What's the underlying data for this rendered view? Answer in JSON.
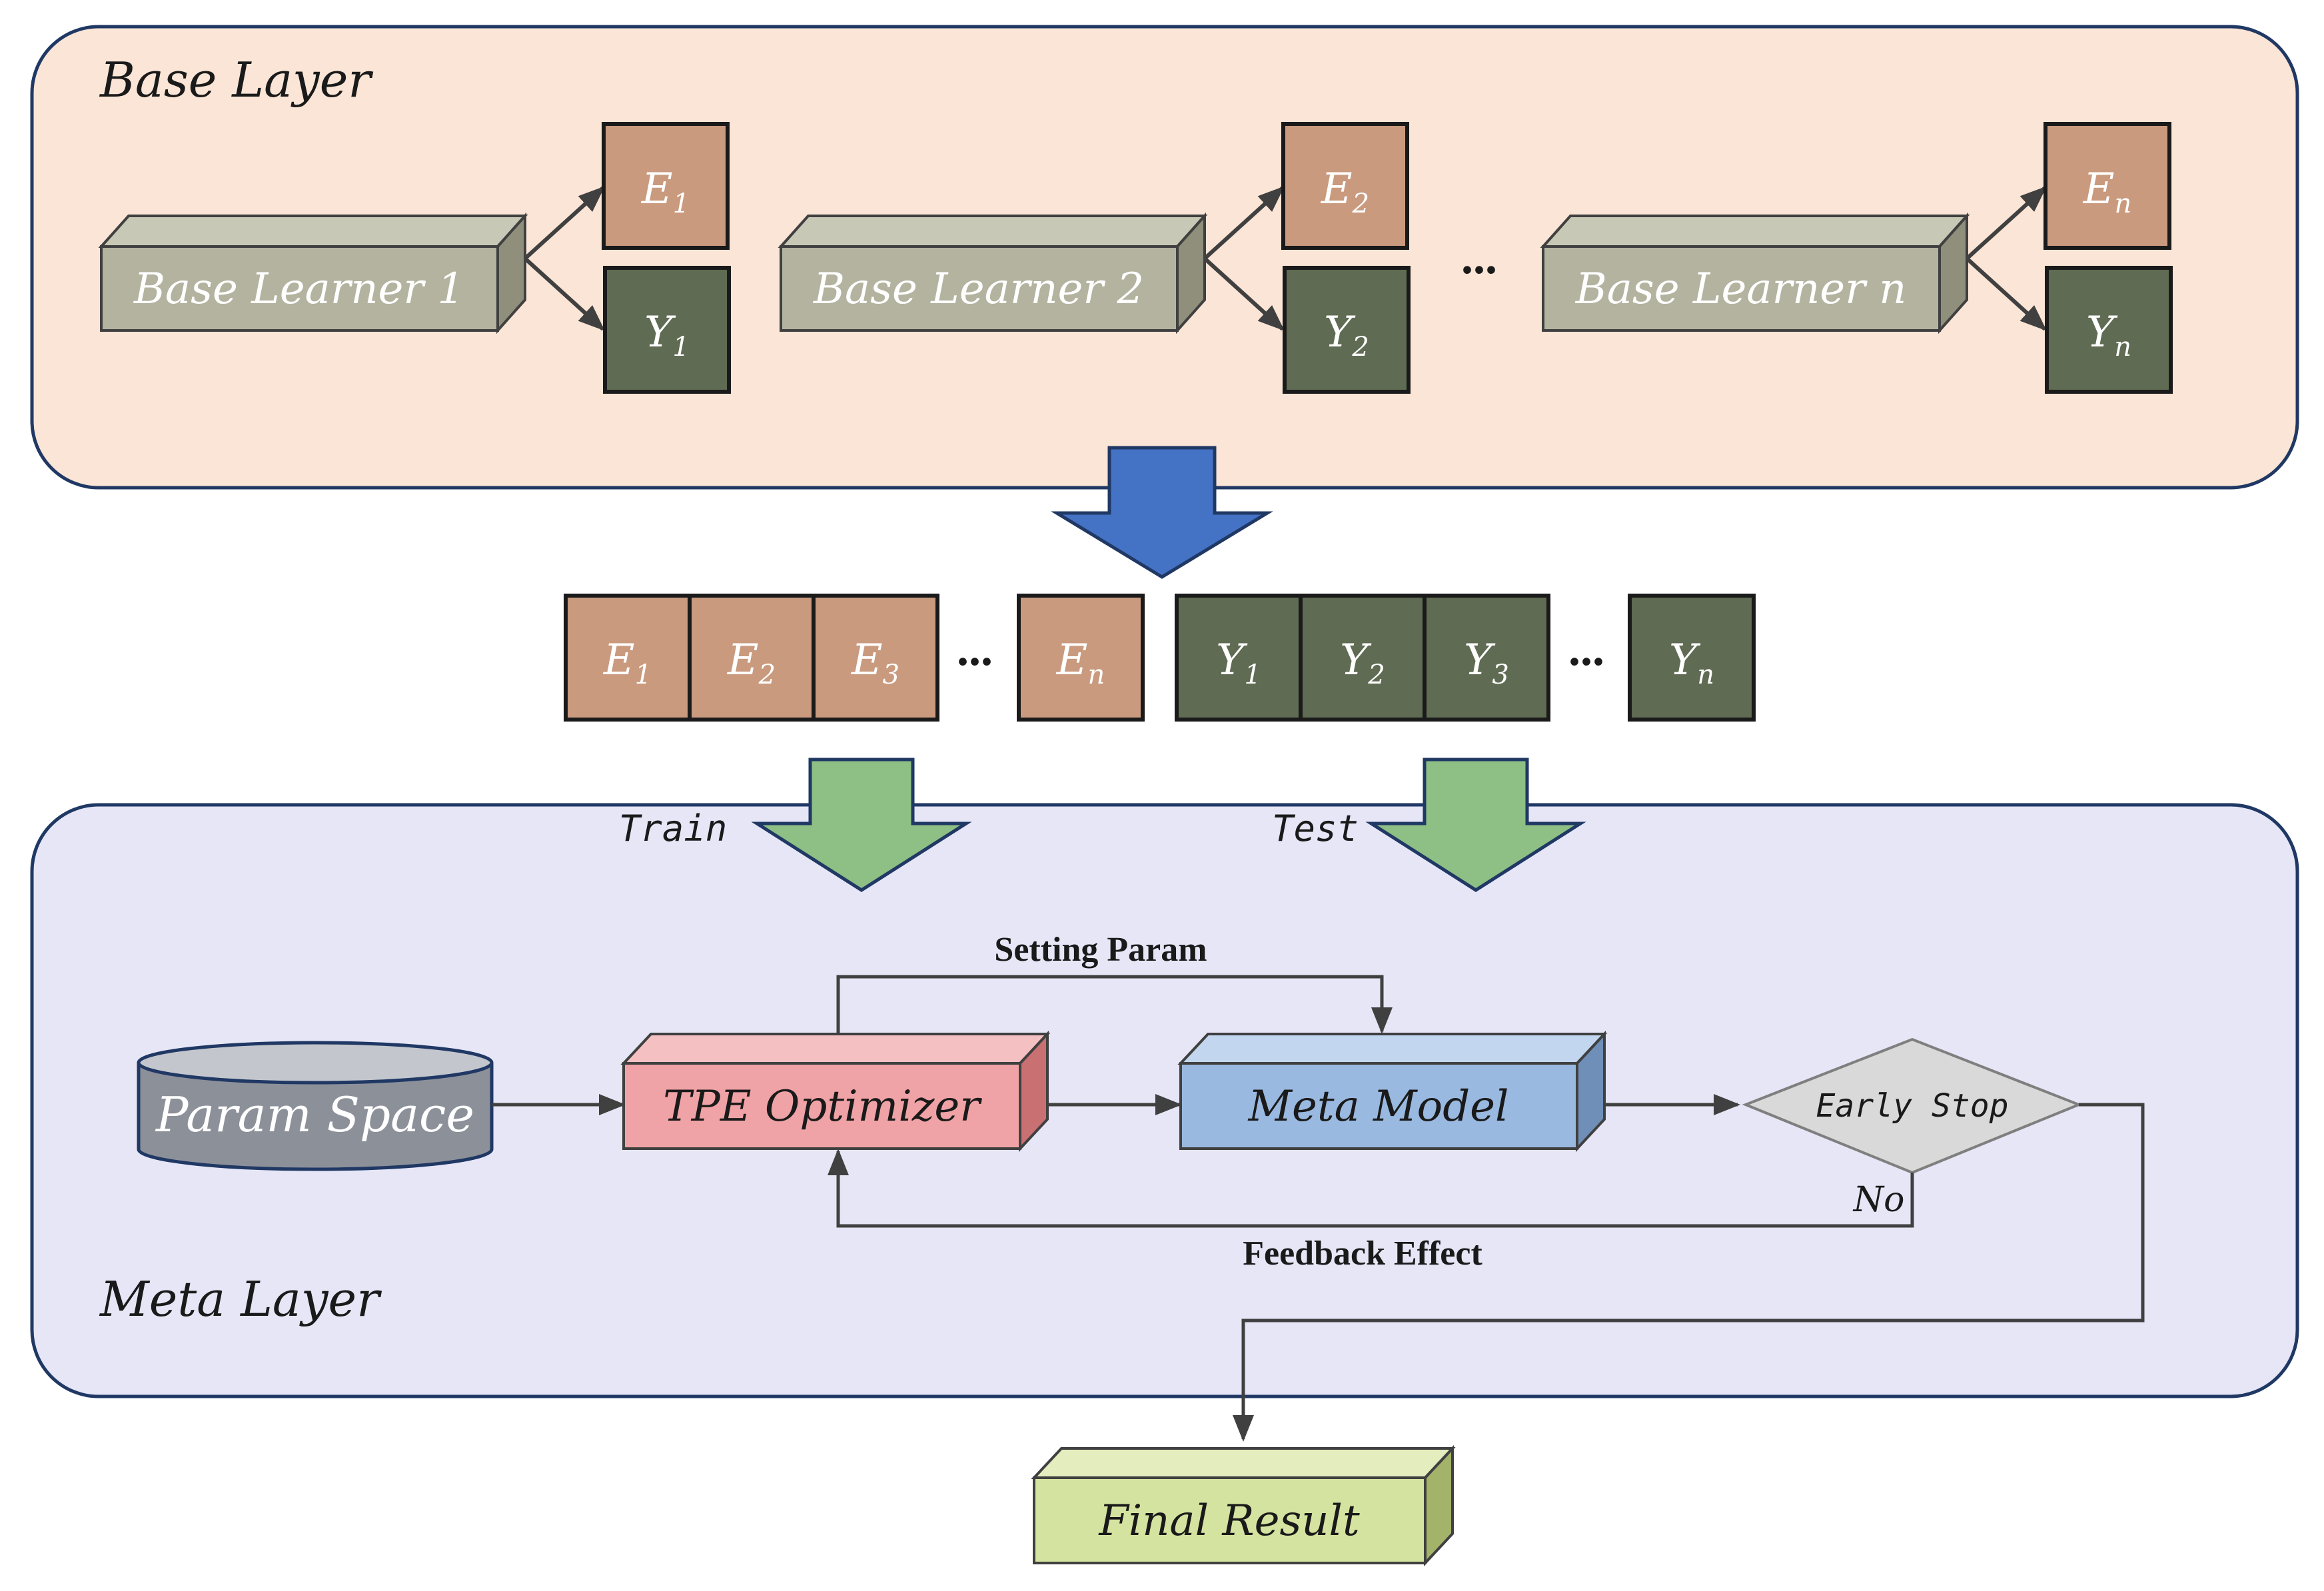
{
  "base_layer": {
    "title": "Base Layer",
    "learners": [
      {
        "label": "Base Learner 1",
        "e_main": "E",
        "e_sub": "1",
        "y_main": "Y",
        "y_sub": "1"
      },
      {
        "label": "Base Learner 2",
        "e_main": "E",
        "e_sub": "2",
        "y_main": "Y",
        "y_sub": "2"
      },
      {
        "label": "Base Learner n",
        "e_main": "E",
        "e_sub": "n",
        "y_main": "Y",
        "y_sub": "n"
      }
    ],
    "ellipsis": "..."
  },
  "outputs": {
    "e_cells": [
      {
        "main": "E",
        "sub": "1"
      },
      {
        "main": "E",
        "sub": "2"
      },
      {
        "main": "E",
        "sub": "3"
      }
    ],
    "e_last": {
      "main": "E",
      "sub": "n"
    },
    "y_cells": [
      {
        "main": "Y",
        "sub": "1"
      },
      {
        "main": "Y",
        "sub": "2"
      },
      {
        "main": "Y",
        "sub": "3"
      }
    ],
    "y_last": {
      "main": "Y",
      "sub": "n"
    },
    "ellipsis": "..."
  },
  "flow_labels": {
    "train": "Train",
    "test": "Test"
  },
  "meta_layer": {
    "title": "Meta Layer",
    "param_space": "Param Space",
    "tpe_optimizer": "TPE Optimizer",
    "meta_model": "Meta Model",
    "early_stop": "Early Stop",
    "setting_param": "Setting Param",
    "feedback_effect": "Feedback Effect",
    "no": "No"
  },
  "final_result": "Final Result",
  "colors": {
    "base_bg": "#fbe5d6",
    "meta_bg": "#e6e6f7",
    "frame": "#203864",
    "e_box": "#c99a7e",
    "y_box": "#5f6b52",
    "learner": "#b3b3a0",
    "param_space": "#8c9099",
    "tpe": "#f0a3a6",
    "meta_model": "#9ab9e0",
    "early_stop": "#d9d9d9",
    "final": "#d4e3a0",
    "blue_arrow": "#4472c4",
    "green_arrow": "#8ebf84"
  }
}
